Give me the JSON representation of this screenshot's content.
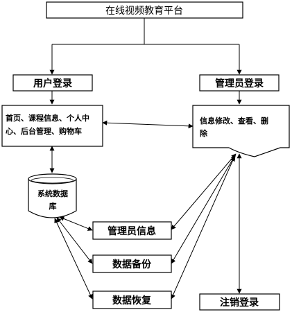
{
  "title": "在线视频教育平台",
  "user_login": "用户登录",
  "admin_login": "管理员登录",
  "user_functions": {
    "line1": "首页、课程信息、个人中",
    "line2": "心、后台管理、购物车"
  },
  "admin_functions": {
    "line1": "信息修改、查看、删",
    "line2": "除"
  },
  "database": {
    "line1": "系统数据",
    "line2": "库"
  },
  "admin_info": "管理员信息",
  "data_backup": "数据备份",
  "data_restore": "数据恢复",
  "logout": "注销登录"
}
